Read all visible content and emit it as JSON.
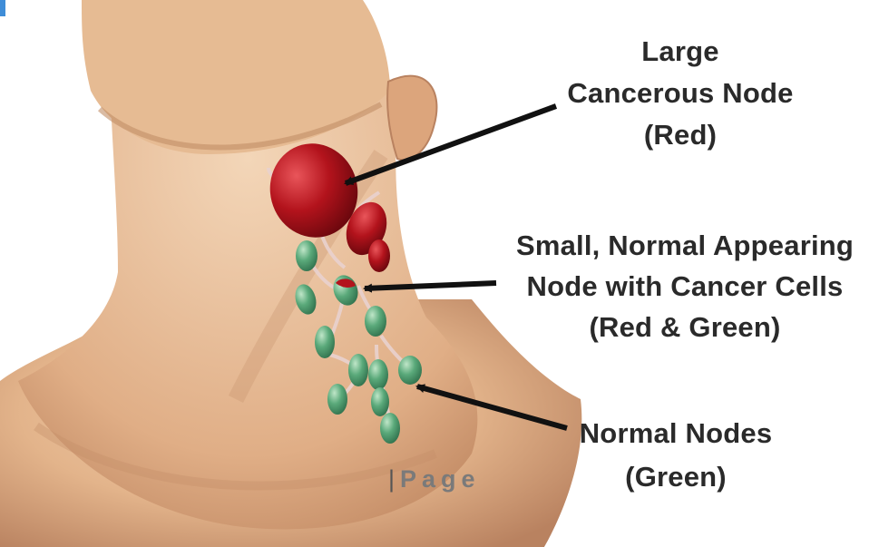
{
  "labels": {
    "large_node": [
      "Large",
      "Cancerous Node",
      "(Red)"
    ],
    "small_node": [
      "Small, Normal Appearing",
      "Node with Cancer Cells",
      "(Red & Green)"
    ],
    "normal_nodes": [
      "Normal Nodes",
      "(Green)"
    ]
  },
  "footer": {
    "separator": "|",
    "text": "Page"
  },
  "colors": {
    "skin": "#e7bd97",
    "cancer_node": "#b3131c",
    "normal_node": "#5aa97a",
    "arrow": "#111111",
    "label_text": "#2a2a2a",
    "footer_text": "#7a7a7a"
  },
  "icons": {
    "arrows": "arrow-pointer-icon"
  }
}
